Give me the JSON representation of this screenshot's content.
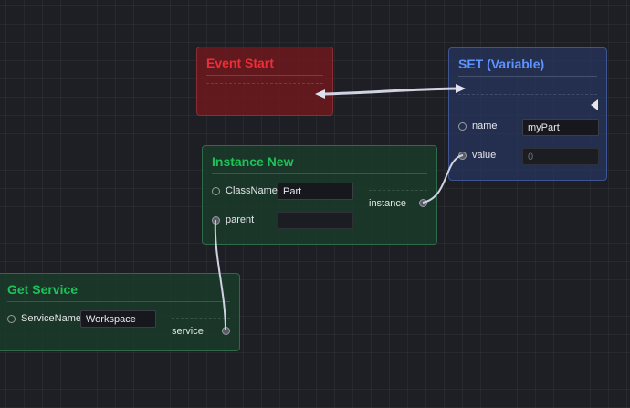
{
  "colors": {
    "event_title": "#ee2d37",
    "set_title": "#5c93ff",
    "green_title": "#1ec25a",
    "wire": "#cfd3e2"
  },
  "nodes": {
    "event_start": {
      "title": "Event Start"
    },
    "set_variable": {
      "title": "SET (Variable)",
      "exec_icon": "exec-input-triangle",
      "pins": {
        "name": {
          "label": "name",
          "value": "myPart"
        },
        "value": {
          "label": "value",
          "placeholder": "0"
        }
      }
    },
    "instance_new": {
      "title": "Instance New",
      "pins": {
        "classname": {
          "label": "ClassName",
          "value": "Part"
        },
        "parent": {
          "label": "parent",
          "value": ""
        },
        "instance": {
          "label": "instance"
        }
      }
    },
    "get_service": {
      "title": "Get Service",
      "pins": {
        "servicename": {
          "label": "ServiceName",
          "value": "Workspace"
        },
        "service": {
          "label": "service"
        }
      }
    }
  }
}
